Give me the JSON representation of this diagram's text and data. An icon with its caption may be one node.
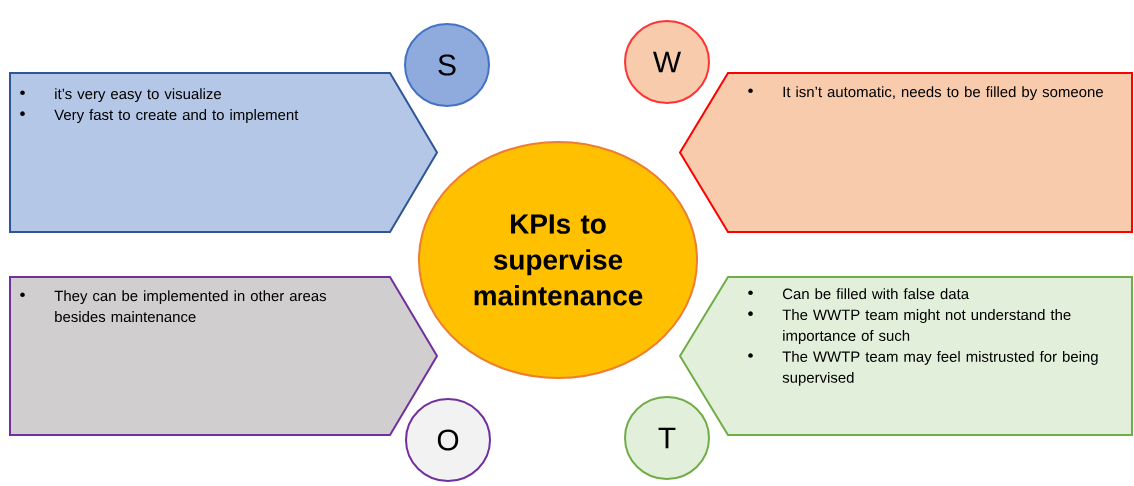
{
  "diagram": {
    "nodes": [
      {
        "text": [
          "KPIs to supervise maintenance"
        ]
      },
      {
        "text": [
          "S"
        ]
      },
      {
        "text": [
          "W"
        ]
      },
      {
        "text": [
          "O"
        ]
      },
      {
        "text": [
          "T"
        ]
      },
      {
        "text": [
          "it’s very easy to visualize",
          "Very fast to create and to implement"
        ]
      },
      {
        "text": [
          "It isn’t automatic, needs to be filled by someone"
        ]
      },
      {
        "text": [
          "They can be implemented in other areas besides maintenance"
        ]
      },
      {
        "text": [
          "Can be filled with false data",
          "The WWTP team might not understand the importance of such",
          "The WWTP team may feel mistrusted for being supervised"
        ]
      }
    ]
  }
}
